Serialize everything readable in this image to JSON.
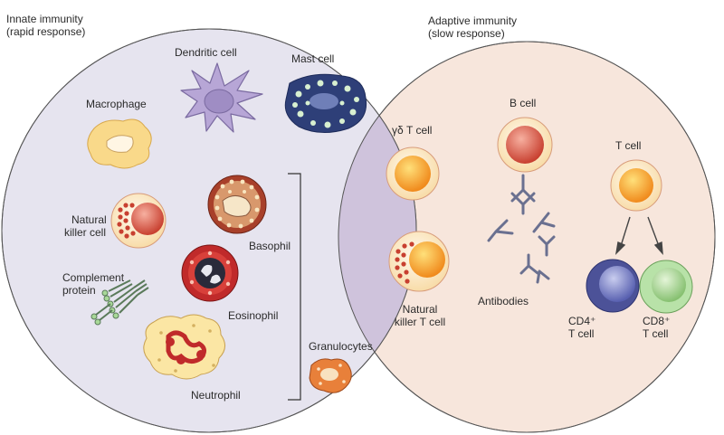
{
  "innate": {
    "title": "Innate immunity",
    "subtitle": "(rapid response)",
    "labels": {
      "dendritic": "Dendritic cell",
      "mast": "Mast cell",
      "macrophage": "Macrophage",
      "nk_line1": "Natural",
      "nk_line2": "killer cell",
      "basophil": "Basophil",
      "complement_line1": "Complement",
      "complement_line2": "protein",
      "eosinophil": "Eosinophil",
      "neutrophil": "Neutrophil",
      "granulocytes": "Granulocytes"
    }
  },
  "adaptive": {
    "title": "Adaptive immunity",
    "subtitle": "(slow response)",
    "labels": {
      "bcell": "B cell",
      "tcell": "T cell",
      "antibodies": "Antibodies",
      "cd4_line1": "CD4⁺",
      "cd4_line2": "T cell",
      "cd8_line1": "CD8⁺",
      "cd8_line2": "T cell"
    }
  },
  "overlap": {
    "labels": {
      "gd_tcell": "γδ T cell",
      "nkt_line1": "Natural",
      "nkt_line2": "killer T cell"
    }
  },
  "colors": {
    "innate_fill": "#e6e4ef",
    "adaptive_fill": "#f7e6dc",
    "overlap_fill": "#cfc3dc",
    "outline": "#555555"
  }
}
